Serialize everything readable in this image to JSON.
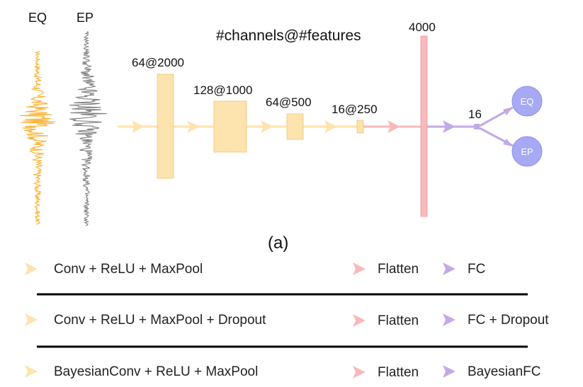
{
  "signals": {
    "eq_label": "EQ",
    "ep_label": "EP"
  },
  "header": "#channels@#features",
  "layers": [
    {
      "label": "64@2000"
    },
    {
      "label": "128@1000"
    },
    {
      "label": "64@500"
    },
    {
      "label": "16@250"
    },
    {
      "label": "4000"
    },
    {
      "label": "16"
    }
  ],
  "outputs": {
    "eq": "EQ",
    "ep": "EP"
  },
  "caption": "(a)",
  "legend": [
    {
      "conv": "Conv + ReLU + MaxPool",
      "flatten": "Flatten",
      "fc": "FC"
    },
    {
      "conv": "Conv + ReLU + MaxPool + Dropout",
      "flatten": "Flatten",
      "fc": "FC + Dropout"
    },
    {
      "conv": "BayesianConv + ReLU + MaxPool",
      "flatten": "Flatten",
      "fc": "BayesianFC"
    }
  ],
  "colors": {
    "conv": "#fde3ae",
    "conv_stroke": "#f1c479",
    "flatten": "#f8b9bb",
    "fc": "#c3a9e6",
    "output_node": "#a7a9f5",
    "eq_wave": "#f9b233",
    "ep_wave": "#7f7f7f"
  }
}
